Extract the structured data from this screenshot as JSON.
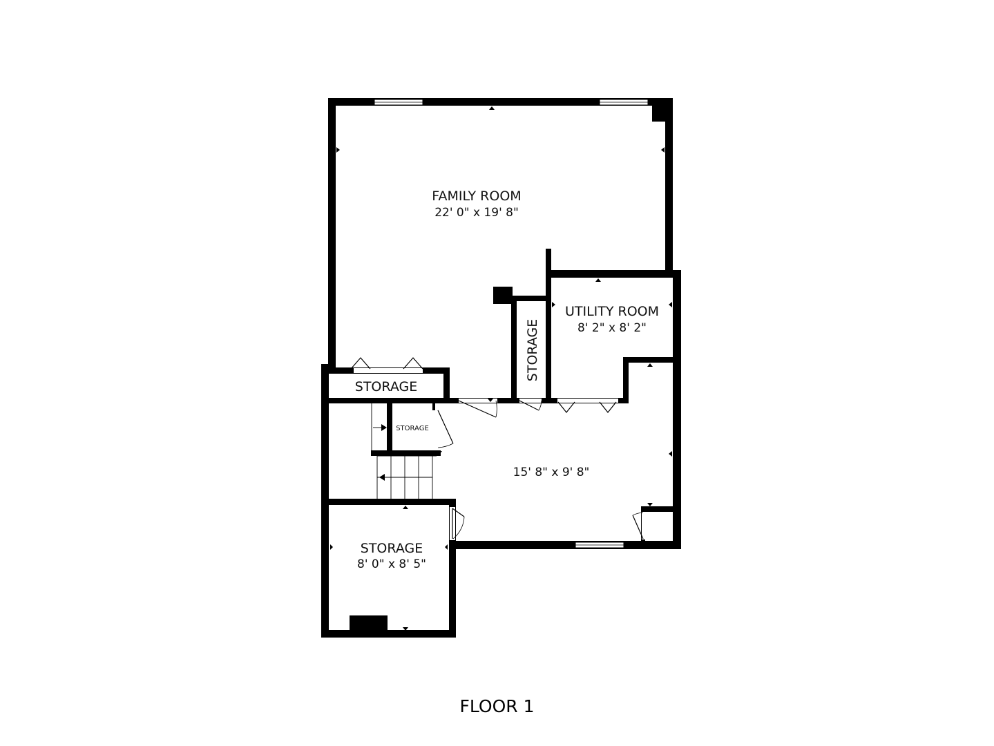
{
  "floor": {
    "label": "FLOOR 1"
  },
  "rooms": {
    "family_room": {
      "name": "FAMILY ROOM",
      "size": "22' 0\" x 19' 8\""
    },
    "utility_room": {
      "name": "UTILITY ROOM",
      "size": "8' 2\" x 8' 2\""
    },
    "storage_vertical": {
      "name": "STORAGE"
    },
    "storage_upper_left": {
      "name": "STORAGE"
    },
    "storage_small": {
      "name": "STORAGE"
    },
    "central_room": {
      "size": "15' 8\" x 9' 8\""
    },
    "storage_bottom": {
      "name": "STORAGE",
      "size": "8' 0\" x 8' 5\""
    }
  },
  "colors": {
    "wall": "#000000",
    "background": "#ffffff"
  }
}
